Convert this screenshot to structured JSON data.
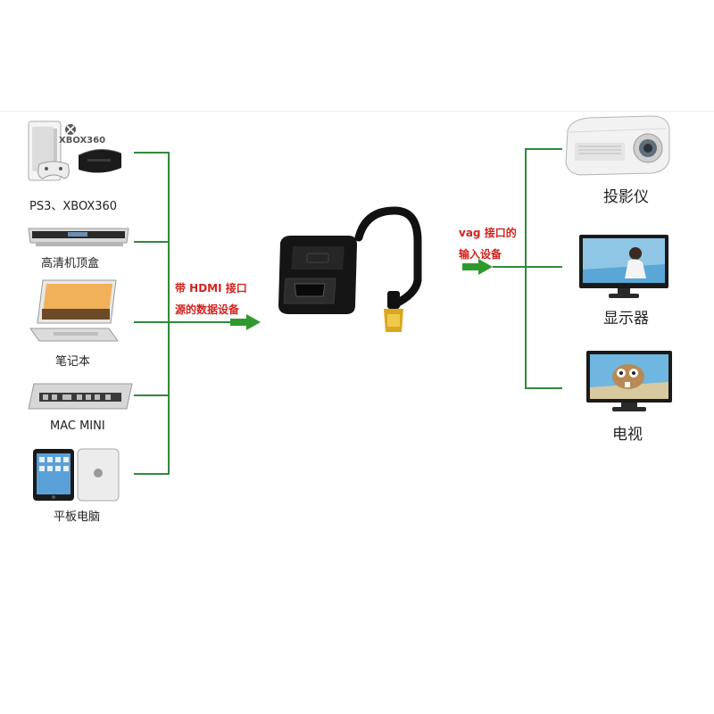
{
  "sources": {
    "consoles": {
      "label": "PS3、XBOX360",
      "xbox_logo": "XBOX360"
    },
    "settop": {
      "label": "高清机顶盒"
    },
    "laptop": {
      "label": "笔记本"
    },
    "macmini": {
      "label": "MAC MINI"
    },
    "tablet": {
      "label": "平板电脑"
    }
  },
  "left_label": {
    "line1": "带 HDMI 接口",
    "line2": "源的数据设备"
  },
  "right_label": {
    "line1": "vag 接口的",
    "line2": "输入设备"
  },
  "outputs": {
    "projector": {
      "label": "投影仪"
    },
    "monitor": {
      "label": "显示器"
    },
    "tv": {
      "label": "电视"
    }
  },
  "colors": {
    "line": "#2f8a3a",
    "arrow": "#2e9a2e",
    "label_red": "#d2231e",
    "adapter": "#151515",
    "gold": "#d9a820"
  }
}
